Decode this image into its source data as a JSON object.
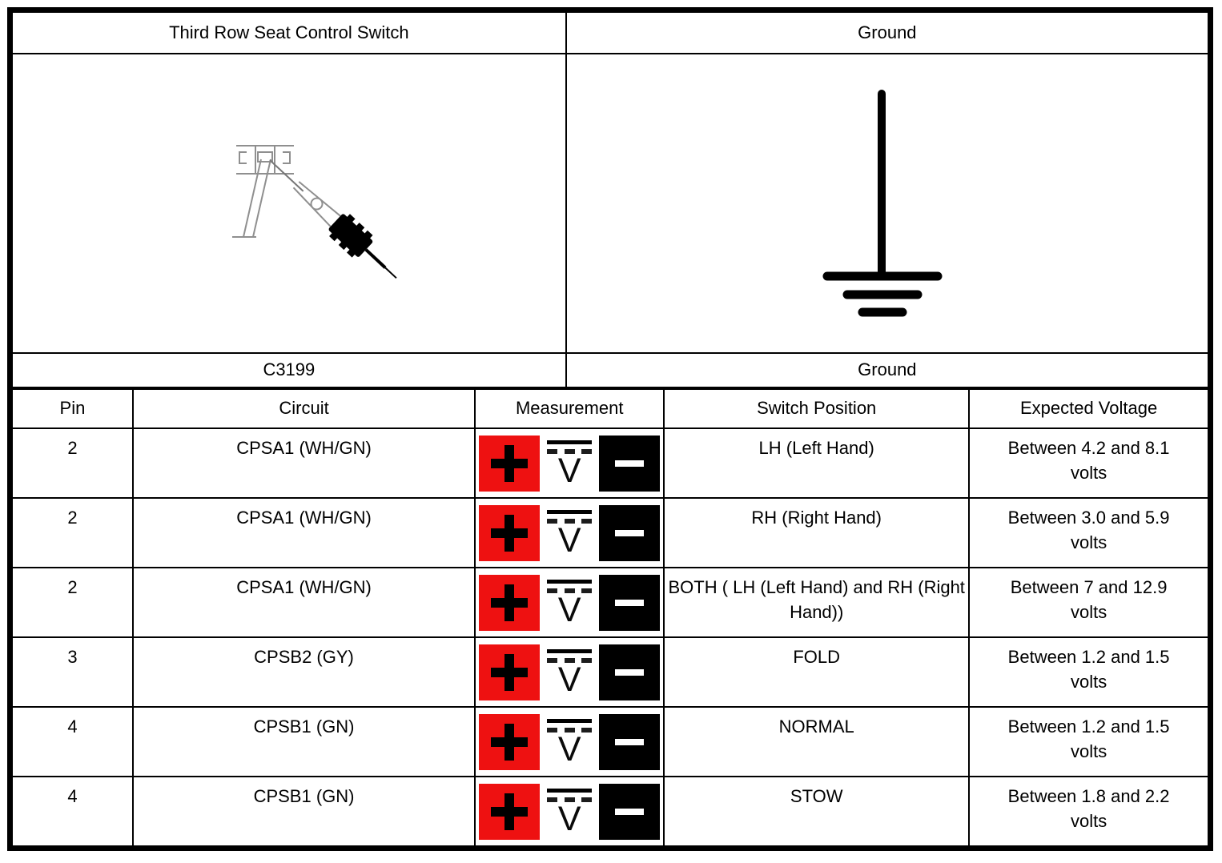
{
  "colors": {
    "positive_lead": "#ee1111",
    "negative_lead": "#000000",
    "border": "#000000"
  },
  "top_section": {
    "connector_title": "Third Row Seat Control Switch",
    "ground_title": "Ground",
    "connector_code": "C3199",
    "ground_label": "Ground",
    "connector_image": "test-probe-touching-connector-terminal",
    "ground_image": "electrical-ground-symbol"
  },
  "measurement_icon": {
    "positive_symbol": "+",
    "voltmeter_letter": "V",
    "negative_symbol": "−",
    "meaning": "DC voltmeter between positive (red) and negative (black) leads"
  },
  "table": {
    "headers": [
      "Pin",
      "Circuit",
      "Measurement",
      "Switch Position",
      "Expected Voltage"
    ],
    "rows": [
      {
        "pin": "2",
        "circuit": "CPSA1 (WH/GN)",
        "switch_position": "LH (Left Hand)",
        "expected_voltage": "Between 4.2 and 8.1 volts"
      },
      {
        "pin": "2",
        "circuit": "CPSA1 (WH/GN)",
        "switch_position": "RH (Right Hand)",
        "expected_voltage": "Between 3.0 and 5.9 volts"
      },
      {
        "pin": "2",
        "circuit": "CPSA1 (WH/GN)",
        "switch_position": "BOTH ( LH (Left Hand) and RH (Right Hand))",
        "expected_voltage": "Between 7 and 12.9 volts"
      },
      {
        "pin": "3",
        "circuit": "CPSB2 (GY)",
        "switch_position": "FOLD",
        "expected_voltage": "Between 1.2 and 1.5 volts"
      },
      {
        "pin": "4",
        "circuit": "CPSB1 (GN)",
        "switch_position": "NORMAL",
        "expected_voltage": "Between 1.2 and 1.5 volts"
      },
      {
        "pin": "4",
        "circuit": "CPSB1 (GN)",
        "switch_position": "STOW",
        "expected_voltage": "Between 1.8 and 2.2 volts"
      }
    ]
  }
}
